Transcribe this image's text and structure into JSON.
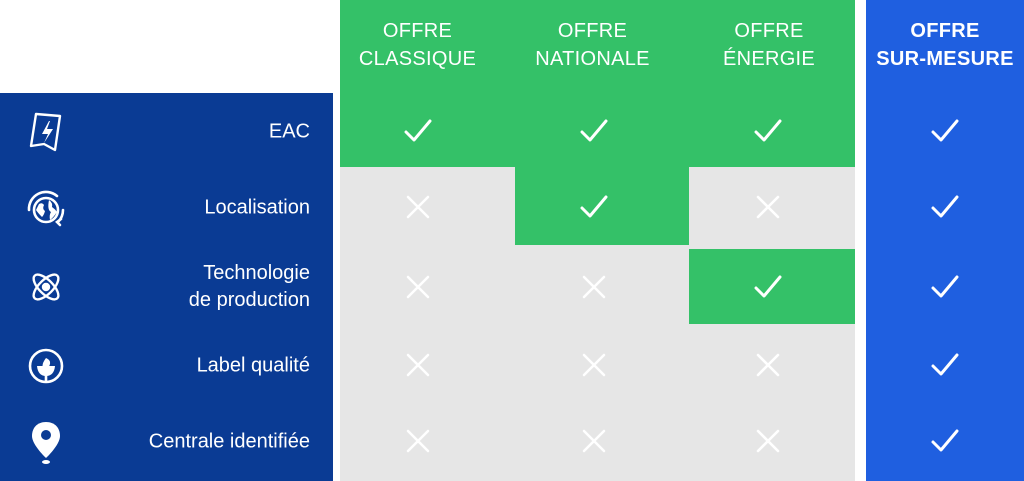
{
  "colors": {
    "navy": "#0a3b94",
    "green": "#34c168",
    "blue": "#1f5fe0",
    "grey": "#e6e6e6",
    "mark_on_grey": "#ffffff"
  },
  "offers": [
    {
      "label": "OFFRE\nCLASSIQUE"
    },
    {
      "label": "OFFRE\nNATIONALE"
    },
    {
      "label": "OFFRE\nÉNERGIE"
    },
    {
      "label": "OFFRE\nSUR-MESURE"
    }
  ],
  "features": [
    {
      "label": "EAC",
      "icon": "lightning-document-icon",
      "values": [
        true,
        true,
        true,
        true
      ]
    },
    {
      "label": "Localisation",
      "icon": "globe-rotation-icon",
      "values": [
        false,
        true,
        false,
        true
      ]
    },
    {
      "label": "Technologie\nde production",
      "icon": "atom-icon",
      "values": [
        false,
        false,
        true,
        true
      ]
    },
    {
      "label": "Label qualité",
      "icon": "plug-leaf-badge-icon",
      "values": [
        false,
        false,
        false,
        true
      ]
    },
    {
      "label": "Centrale identifiée",
      "icon": "map-pin-icon",
      "values": [
        false,
        false,
        false,
        true
      ]
    }
  ]
}
